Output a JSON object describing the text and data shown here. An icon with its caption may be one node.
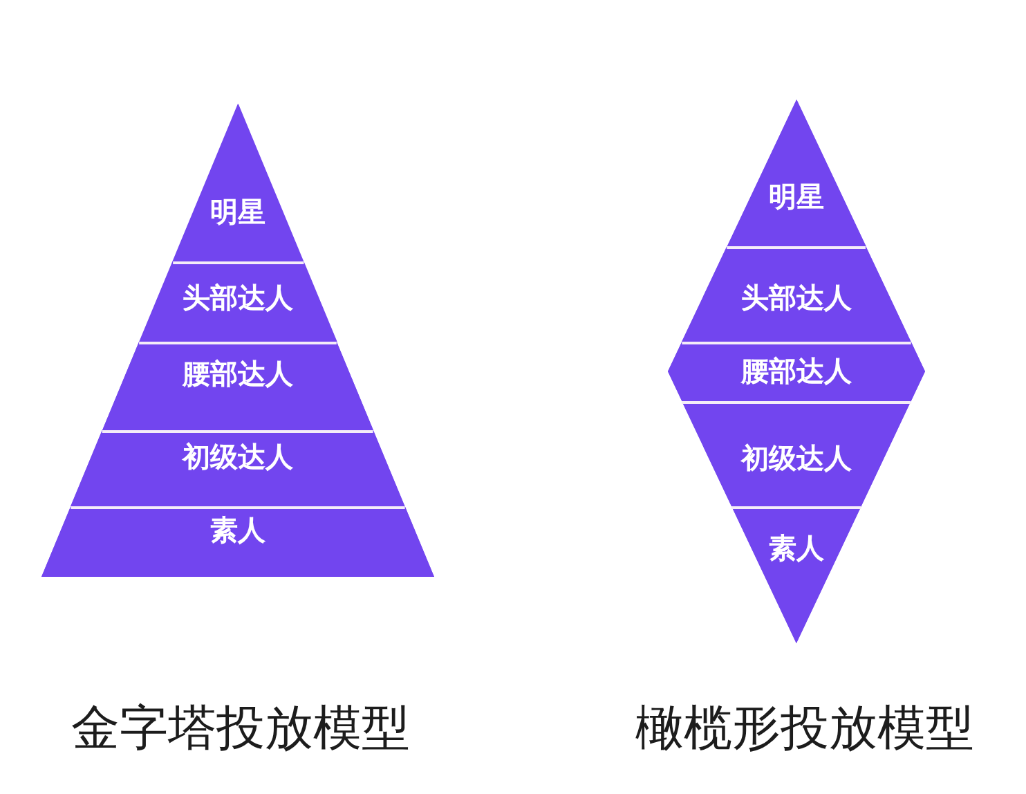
{
  "diagram": {
    "nodes": [
      {
        "text": [],
        "shape": "triangle",
        "beside": [
          "金字塔投放模型"
        ]
      },
      {
        "text": [
          "明星"
        ],
        "in": 0
      },
      {
        "text": [
          "头部达人"
        ],
        "in": 0
      },
      {
        "text": [
          "腰部达人"
        ],
        "in": 0
      },
      {
        "text": [
          "初级达人"
        ],
        "in": 0
      },
      {
        "text": [
          "素人"
        ],
        "in": 0
      },
      {
        "text": [],
        "shape": "diamond",
        "beside": [
          "橄榄形投放模型"
        ]
      },
      {
        "text": [
          "明星"
        ],
        "in": 6
      },
      {
        "text": [
          "头部达人"
        ],
        "in": 6
      },
      {
        "text": [
          "腰部达人"
        ],
        "in": 6
      },
      {
        "text": [
          "初级达人"
        ],
        "in": 6
      },
      {
        "text": [
          "素人"
        ],
        "in": 6
      }
    ]
  }
}
